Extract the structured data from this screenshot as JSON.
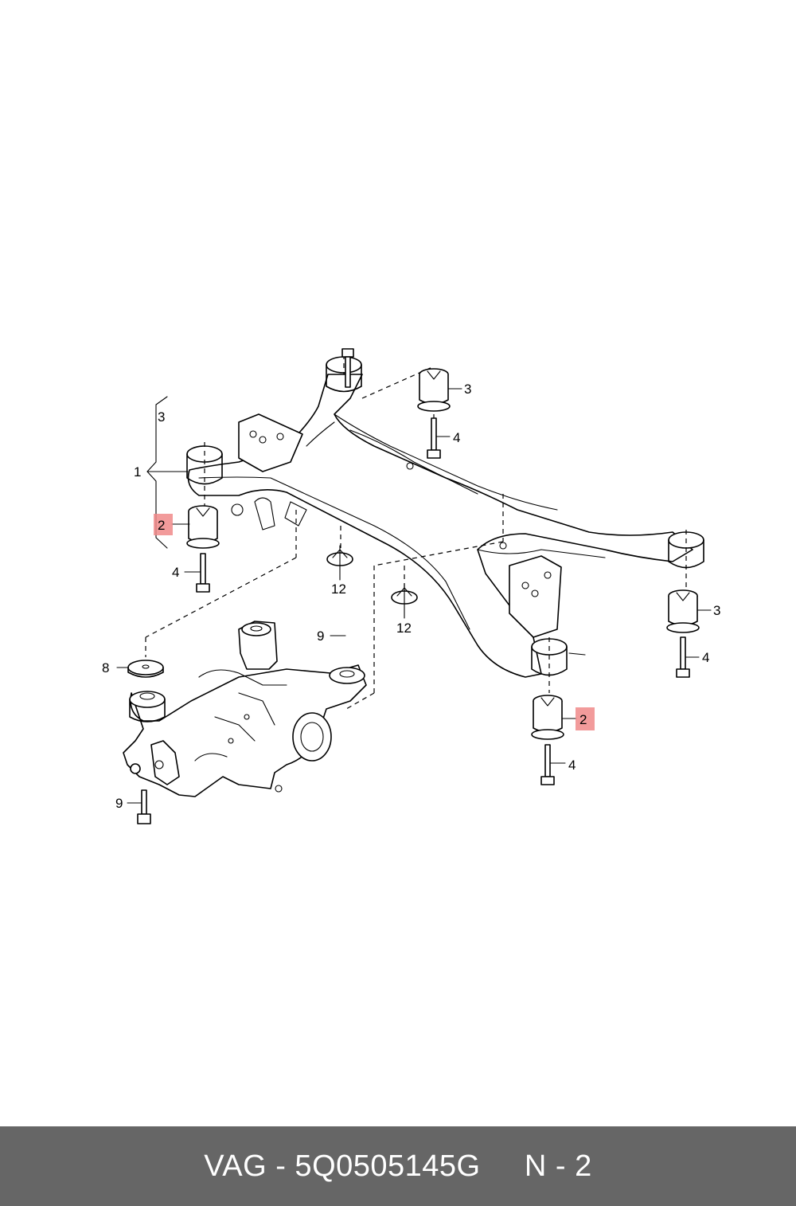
{
  "callouts": {
    "c1": "1",
    "c2a": "2",
    "c2b": "2",
    "c3a": "3",
    "c3b": "3",
    "c3c": "3",
    "c4a": "4",
    "c4b": "4",
    "c4c": "4",
    "c4d": "4",
    "c8": "8",
    "c9a": "9",
    "c9b": "9",
    "c12a": "12",
    "c12b": "12"
  },
  "highlight_color": "#f08a8a",
  "footer": {
    "brand": "VAG",
    "part_number": "5Q0505145G",
    "label": "VAG - 5Q0505145G     N - 2"
  }
}
